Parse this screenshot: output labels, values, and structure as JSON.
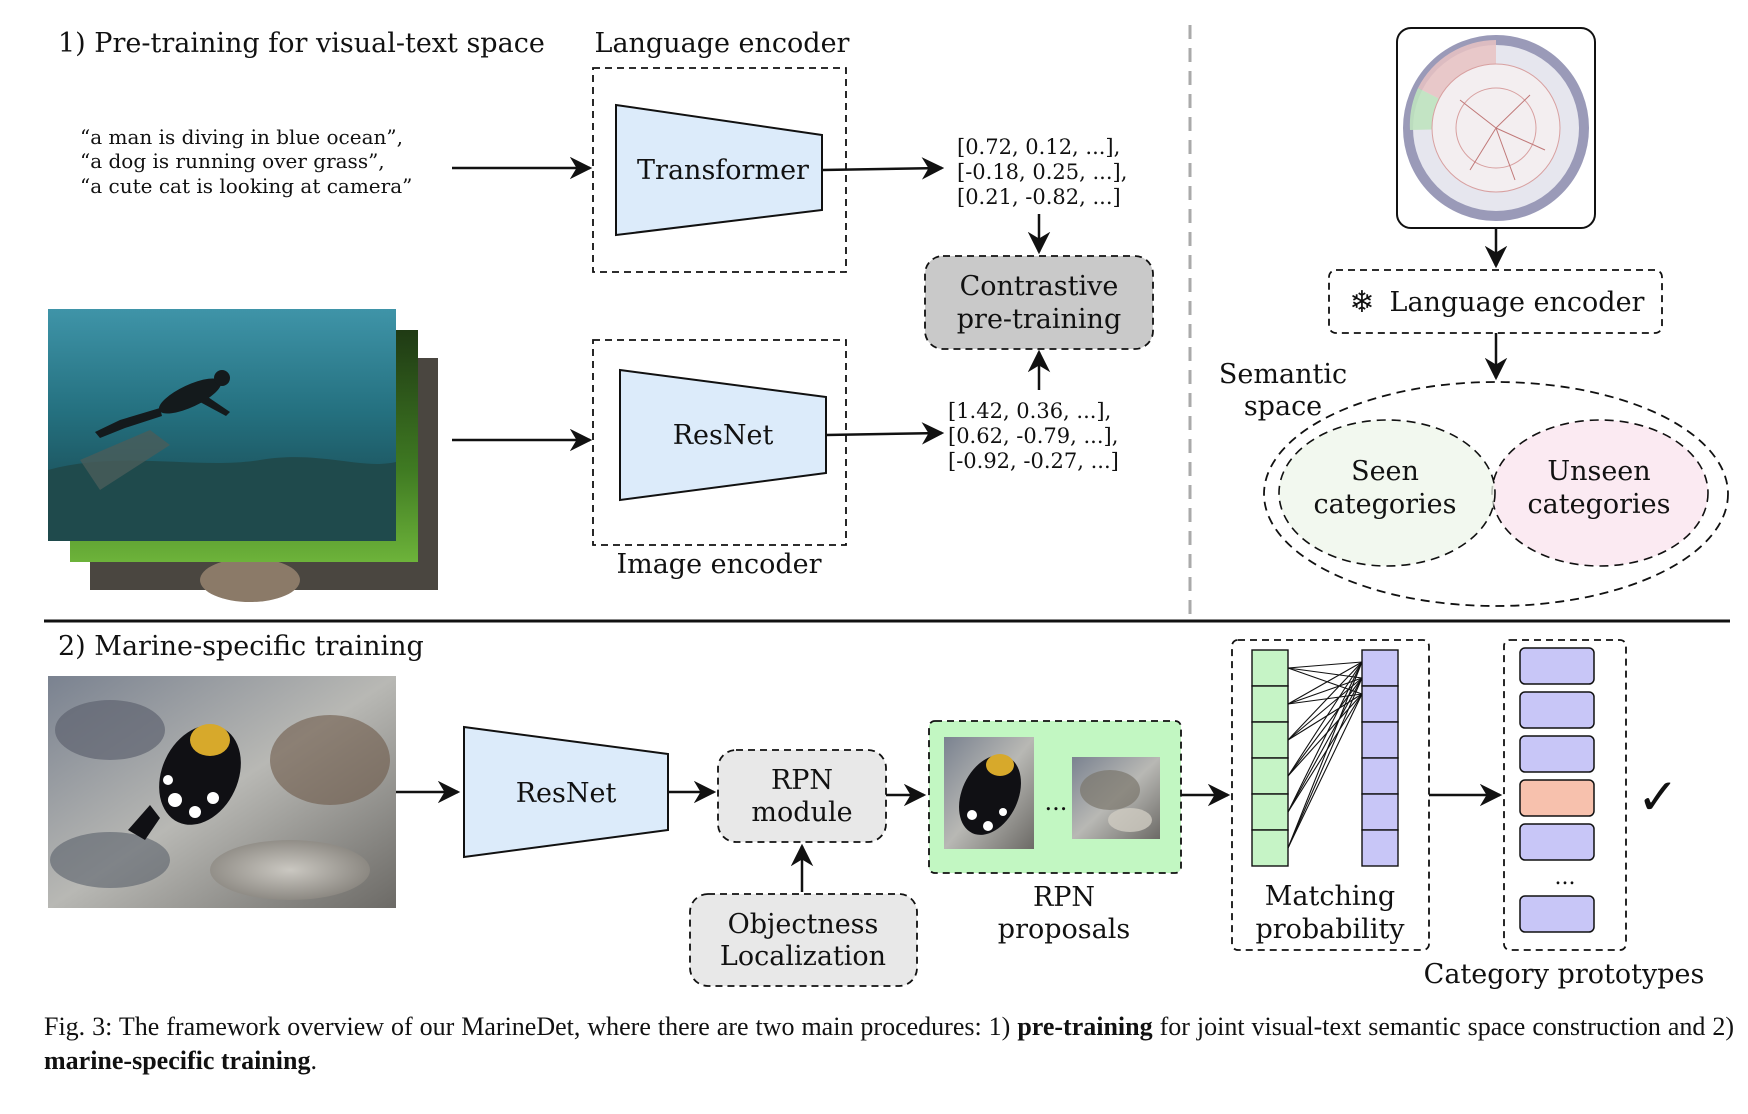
{
  "section1": {
    "title": "1) Pre-training for visual-text space",
    "language_encoder_label": "Language encoder",
    "image_encoder_label": "Image encoder",
    "captions": [
      "“a man is diving in blue ocean”,",
      "“a dog is running over grass”,",
      "“a cute cat is looking at camera”"
    ],
    "transformer_label": "Transformer",
    "resnet_label": "ResNet",
    "text_vectors": [
      "[0.72, 0.12, ...],",
      "[-0.18, 0.25, ...],",
      "[0.21, -0.82, ...]"
    ],
    "image_vectors": [
      "[1.42, 0.36, ...],",
      "[0.62, -0.79, ...],",
      "[-0.92, -0.27, ...]"
    ],
    "contrastive_lines": [
      "Contrastive",
      "pre-training"
    ]
  },
  "semantic_panel": {
    "language_encoder_label": "Language encoder",
    "snowflake_icon": "snowflake-icon",
    "semantic_space_lines": [
      "Semantic",
      "space"
    ],
    "seen_lines": [
      "Seen",
      "categories"
    ],
    "unseen_lines": [
      "Unseen",
      "categories"
    ],
    "colors": {
      "seen": "#edf5ea",
      "unseen": "#fbeaf2"
    }
  },
  "section2": {
    "title": "2) Marine-specific training",
    "resnet_label": "ResNet",
    "rpn_module_lines": [
      "RPN",
      "module"
    ],
    "objectness_lines": [
      "Objectness",
      "Localization"
    ],
    "ellipsis": "...",
    "rpn_proposals_lines": [
      "RPN",
      "proposals"
    ],
    "matching_lines": [
      "Matching",
      "probability"
    ],
    "prototypes_label": "Category prototypes",
    "prototypes_ellipsis": "...",
    "checkmark": "✓",
    "colors": {
      "encoder": "#dcebfa",
      "module": "#e8e8e8",
      "proposals_bg": "#c2f7c2",
      "matching_left": "#c6f4c6",
      "matching_right": "#c8c6f7",
      "prototype": "#c8c6f7",
      "prototype_selected": "#f7c1ad",
      "contrastive": "#c9c9c9"
    }
  },
  "caption": {
    "prefix": "Fig. 3: The framework overview of our MarineDet, where there are two main procedures: 1) ",
    "bold1": "pre-training",
    "middle": " for joint visual-text semantic space construction and 2) ",
    "bold2": "marine-specific training",
    "suffix": "."
  }
}
